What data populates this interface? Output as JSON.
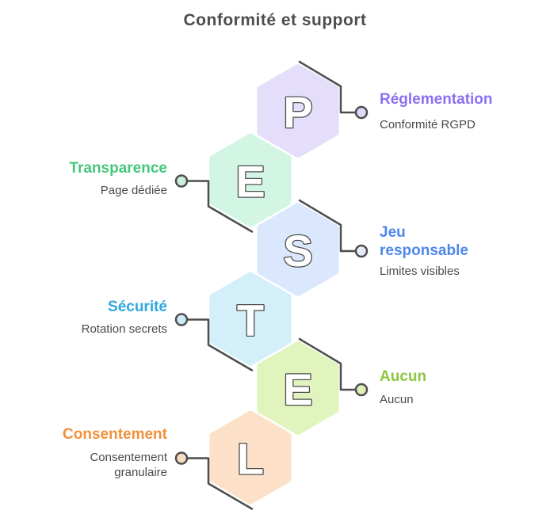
{
  "title": "Conformité et support",
  "colors": {
    "line": "#4d4d4d",
    "title_text": "#4d4d4d",
    "subtitle_text": "#4a4a4a",
    "letter_fill": "#ffffff"
  },
  "items": [
    {
      "letter": "P",
      "side": "right",
      "label": "Réglementation",
      "sublabel": "Conformité RGPD",
      "accent": "#8a70f2",
      "hex_fill": "#e4defa",
      "dot_fill": "#ded7f8"
    },
    {
      "letter": "E",
      "side": "left",
      "label": "Transparence",
      "sublabel": "Page dédiée",
      "accent": "#46c77e",
      "hex_fill": "#d3f6e4",
      "dot_fill": "#c9f0dc"
    },
    {
      "letter": "S",
      "side": "right",
      "label": "Jeu responsable",
      "sublabel": "Limites visibles",
      "accent": "#4e87ee",
      "hex_fill": "#dbe7fc",
      "dot_fill": "#e4ecfc"
    },
    {
      "letter": "T",
      "side": "left",
      "label": "Sécurité",
      "sublabel": "Rotation secrets",
      "accent": "#2da9de",
      "hex_fill": "#d2effa",
      "dot_fill": "#cdeaf8"
    },
    {
      "letter": "E",
      "side": "right",
      "label": "Aucun",
      "sublabel": "Aucun",
      "accent": "#8dc63f",
      "hex_fill": "#e1f4bd",
      "dot_fill": "#ddf2b8"
    },
    {
      "letter": "L",
      "side": "left",
      "label": "Consentement",
      "sublabel": "Consentement granulaire",
      "accent": "#f0913c",
      "hex_fill": "#fce1c8",
      "dot_fill": "#f9ddc2"
    }
  ]
}
